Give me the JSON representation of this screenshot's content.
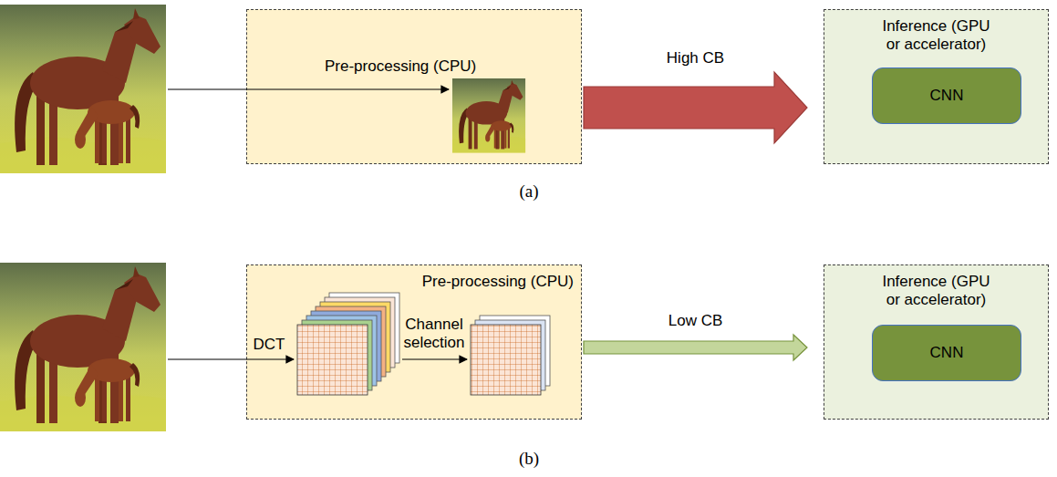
{
  "diagram": {
    "nodes": [
      {
        "text": [
          "Pre-processing (CPU)"
        ]
      },
      {
        "text": [
          "Inference (GPU or accelerator)"
        ]
      },
      {
        "text": [
          "CNN"
        ],
        "in": 1
      },
      {
        "text": [
          "Pre-processing (CPU)"
        ]
      },
      {
        "text": [
          "Inference (GPU or accelerator)"
        ]
      },
      {
        "text": [
          "CNN"
        ],
        "in": 4
      }
    ],
    "edges": [
      {
        "from": 0,
        "to": 1,
        "label": "High CB",
        "arrow": "to"
      },
      {
        "from": 3,
        "to": 4,
        "label": "Low CB",
        "arrow": "to"
      }
    ],
    "labels": [
      "DCT",
      "Channel selection",
      "(a)",
      "(b)"
    ]
  }
}
